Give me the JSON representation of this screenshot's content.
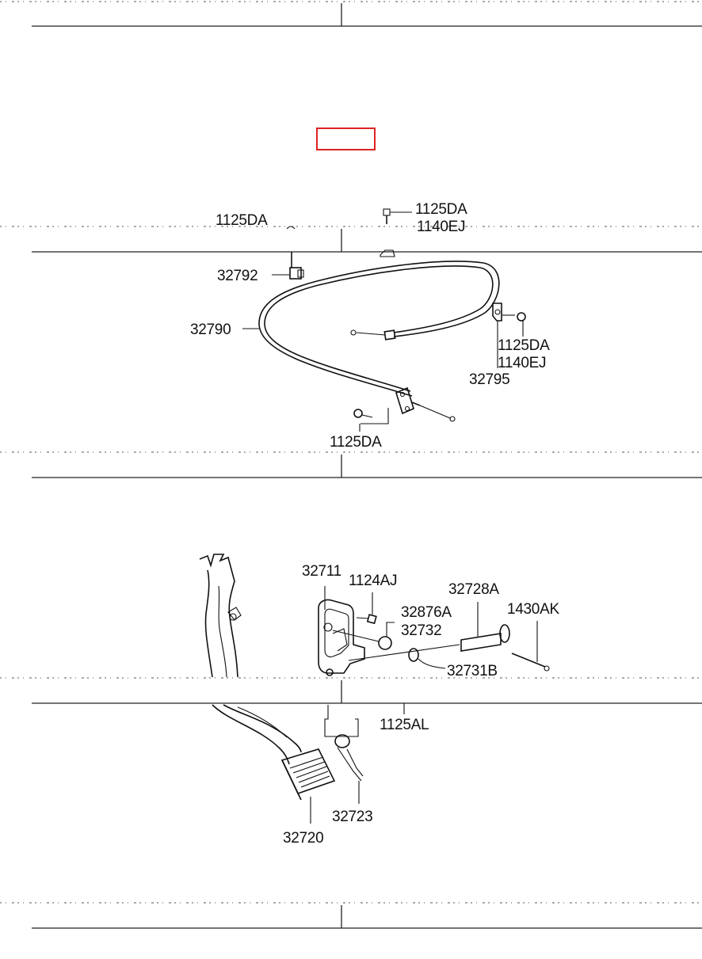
{
  "accent_color": "#dd2222",
  "upper_labels": {
    "bolt_top_right": "1125DA",
    "bolt_top_right_2": "1140EJ",
    "bolt_top_left": "1125DA",
    "clip": "32792",
    "cable": "32790",
    "bracket_bolt": "1125DA",
    "bracket_bolt_2": "1140EJ",
    "bracket": "32795",
    "firewall_bolt": "1125DA"
  },
  "lower_labels": {
    "bracket": "32711",
    "nut": "1124AJ",
    "bushing": "32876A",
    "stopper": "32732",
    "pin": "32728A",
    "split_pin": "1430AK",
    "washer": "32731B",
    "bolt": "1125AL",
    "spring": "32723",
    "pedal": "32720"
  }
}
